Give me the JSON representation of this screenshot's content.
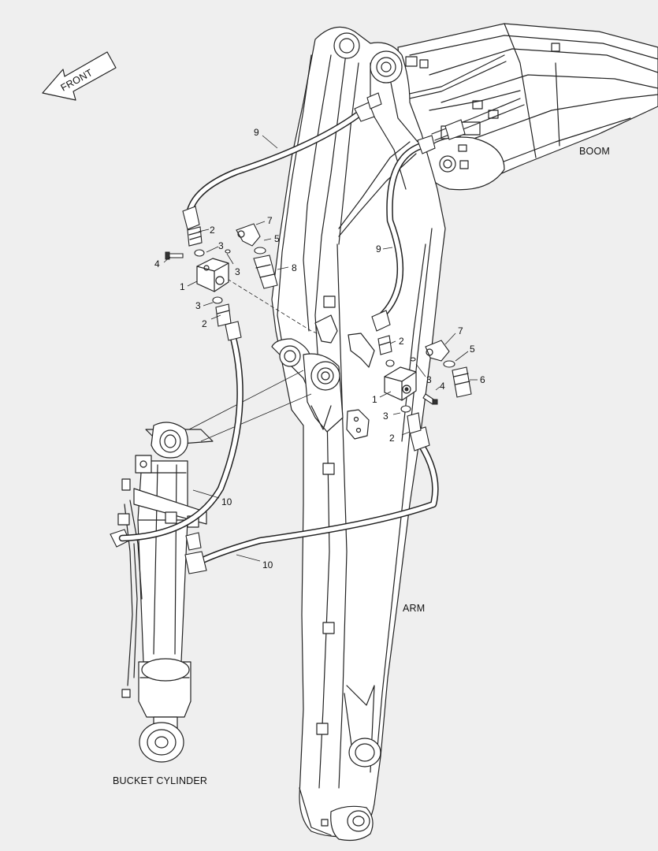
{
  "labels": {
    "front": "FRONT",
    "boom": "BOOM",
    "arm": "ARM",
    "bucket_cylinder": "BUCKET CYLINDER"
  },
  "callouts": {
    "c1a": "1",
    "c1b": "1",
    "c2a": "2",
    "c2b": "2",
    "c2c": "2",
    "c2d": "2",
    "c3a": "3",
    "c3b": "3",
    "c3c": "3",
    "c3d": "3",
    "c3e": "3",
    "c4a": "4",
    "c4b": "4",
    "c5a": "5",
    "c5b": "5",
    "c6": "6",
    "c7a": "7",
    "c7b": "7",
    "c8": "8",
    "c9a": "9",
    "c9b": "9",
    "c10a": "10",
    "c10b": "10"
  }
}
